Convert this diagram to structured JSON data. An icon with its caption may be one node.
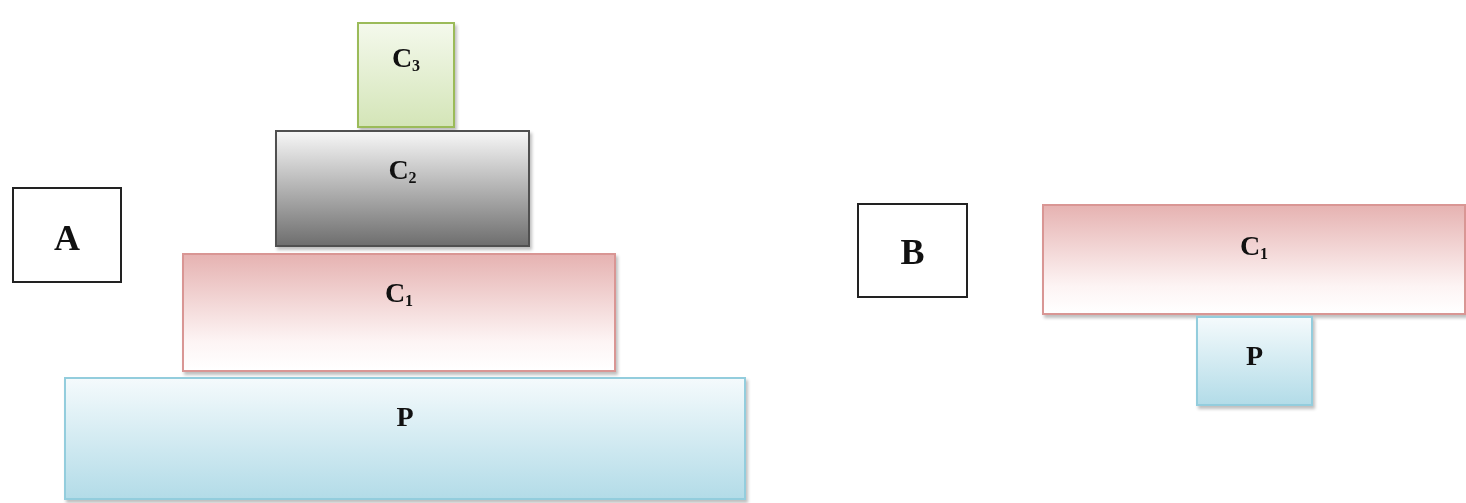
{
  "diagram": {
    "nodes": [
      {
        "text": [
          "A"
        ]
      },
      {
        "text": [
          "C$_{3}$"
        ]
      },
      {
        "text": [
          "C$_{2}$"
        ]
      },
      {
        "text": [
          "C$_{1}$"
        ]
      },
      {
        "text": [
          "P"
        ]
      },
      {
        "text": [
          "B"
        ]
      },
      {
        "text": [
          "C$_{1}$"
        ]
      },
      {
        "text": [
          "P"
        ]
      }
    ]
  }
}
